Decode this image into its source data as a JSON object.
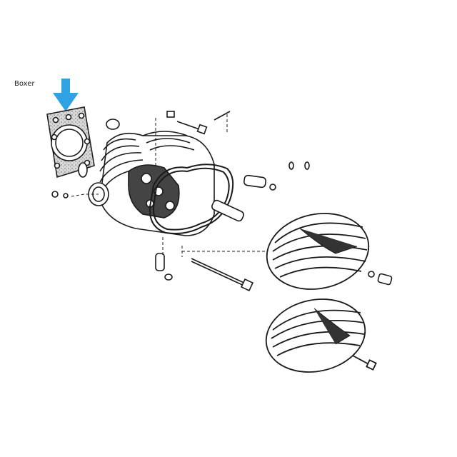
{
  "caption": "Boxer",
  "colors": {
    "arrow": "#2ea3e3",
    "line": "#1a1a1a",
    "shade": "#555555",
    "background": "#ffffff"
  },
  "icons": {
    "pointer": "down-arrow-icon"
  },
  "parts": [
    "cylinder-head-gasket",
    "cylinder-head",
    "valve-cover-gasket",
    "valve-cover-upper",
    "valve-cover-lower",
    "head-stud",
    "spark-plug-tube",
    "seal-ring"
  ]
}
